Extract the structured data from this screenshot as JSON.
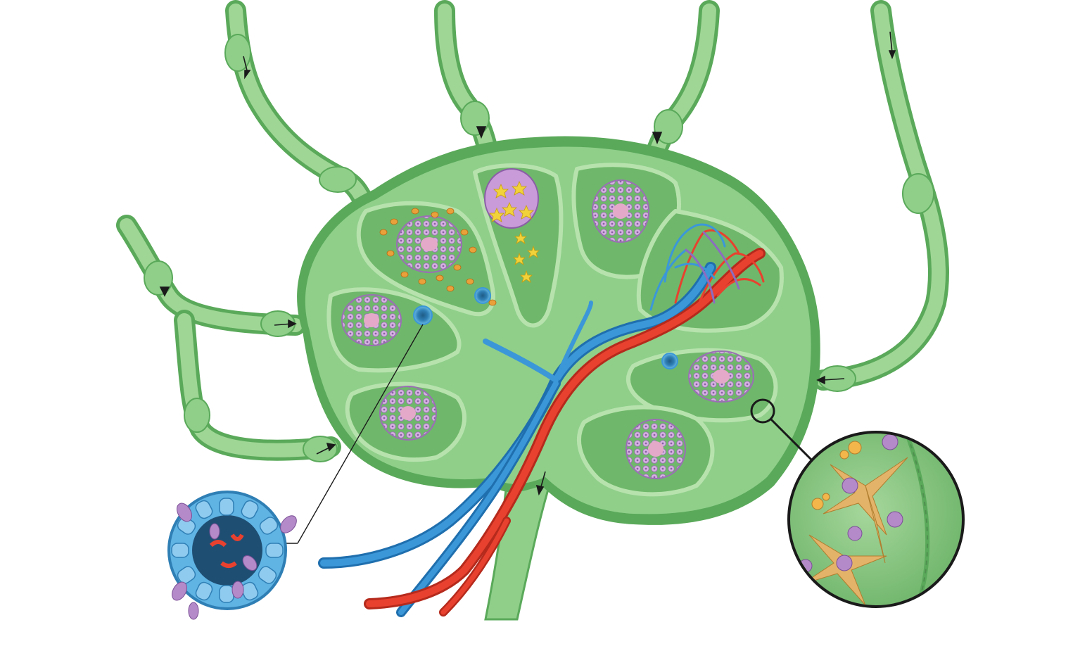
{
  "diagram": {
    "title": "",
    "subject": "lymph-node-cross-section",
    "labels": [],
    "structures": [
      "afferent-lymphatic-vessel",
      "capsule",
      "trabecula",
      "subcapsular-sinus",
      "cortex",
      "lymphoid-follicle",
      "germinal-center",
      "paracortex",
      "medullary-cord",
      "medullary-sinus",
      "hilum",
      "efferent-lymphatic-vessel",
      "artery",
      "vein",
      "high-endothelial-venule",
      "reticular-network",
      "dendritic-cell",
      "lymphocyte",
      "macrophage"
    ],
    "insets": [
      {
        "id": "hev-inset",
        "depicts": "high-endothelial-venule"
      },
      {
        "id": "sinus-inset",
        "depicts": "reticular-network"
      }
    ],
    "colors": {
      "lymph_green": "#8fcf8a",
      "lymph_green_dark": "#5aa95a",
      "lymph_green_light": "#b7e2ad",
      "cortex_green": "#6fb86b",
      "follicle_purple": "#c79ad6",
      "germinal_pink": "#e4a9c8",
      "artery_red": "#e8412f",
      "vein_blue": "#3b97d8",
      "hev_blue": "#5fb4e4",
      "cell_orange": "#e9a23b",
      "star_yellow": "#f2d23a",
      "reticular_tan": "#e3b36a",
      "lymphocyte_violet": "#b58ac8",
      "outline": "#1a1a1a"
    }
  }
}
